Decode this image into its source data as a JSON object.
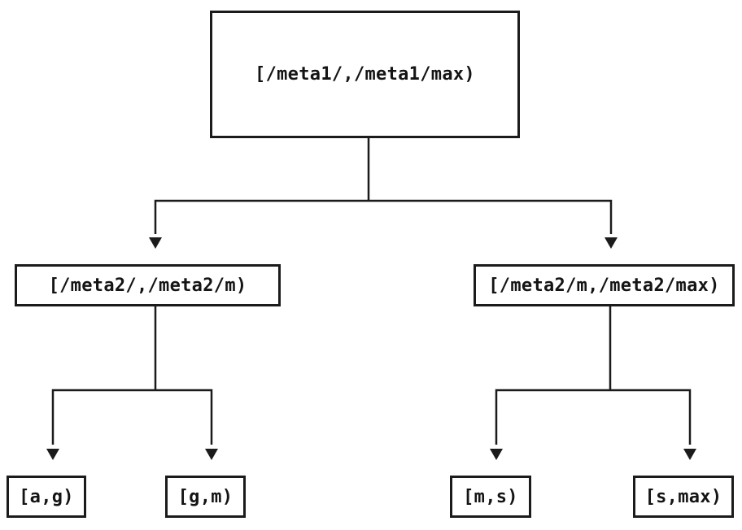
{
  "diagram": {
    "type": "tree",
    "colors": {
      "line": "#1b1b1b",
      "text": "#141414",
      "background": "#ffffff"
    },
    "tree": {
      "root": {
        "label": "[/meta1/,/meta1/max)",
        "children": [
          {
            "label": "[/meta2/,/meta2/m)",
            "children": [
              {
                "label": "[a,g)"
              },
              {
                "label": "[g,m)"
              }
            ]
          },
          {
            "label": "[/meta2/m,/meta2/max)",
            "children": [
              {
                "label": "[m,s)"
              },
              {
                "label": "[s,max)"
              }
            ]
          }
        ]
      }
    }
  }
}
